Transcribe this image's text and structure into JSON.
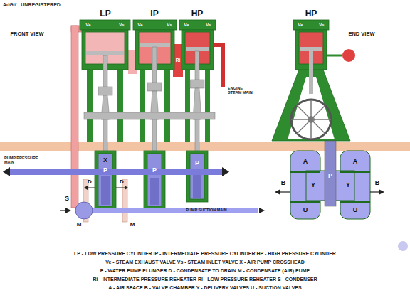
{
  "diagram": {
    "labels": [
      "AdGif : UNREGISTERED",
      "FRONT VIEW",
      "LP",
      "IP",
      "HP",
      "HP",
      "END VIEW",
      "Ve",
      "Vs",
      "Ve",
      "Vs",
      "Ve",
      "Vs",
      "Ve",
      "Vs",
      "Ri",
      "ENGINE STEAM MAIN",
      "PUMP PRESSURE MAIN",
      "X",
      "D",
      "D",
      "P",
      "P",
      "P",
      "M",
      "M",
      "S",
      "PUMP SUCTION MAIN",
      "A",
      "A",
      "Y",
      "Y",
      "B",
      "B",
      "U",
      "U",
      "P",
      "LP - LOW PRESSURE CYLINDER   IP - INTERMEDIATE PRESSURE CYLINDER   HP - HIGH PRESSURE CYLINDER",
      "Ve - STEAM EXHAUST VALVE   Vs - STEAM INLET VALVE   X - AIR PUMP CROSSHEAD",
      "P - WATER PUMP PLUNGER   D - CONDENSATE TO DRAIN   M - CONDENSATE (AIR) PUMP",
      "Ri - INTERMEDIATE PRESSURE REHEATER   Rl - LOW PRESSURE REHEATER   S - CONDENSER",
      "A - AIR SPACE   B - VALVE CHAMBER   Y - DELIVERY VALVES   U - SUCTION VALVES"
    ]
  }
}
